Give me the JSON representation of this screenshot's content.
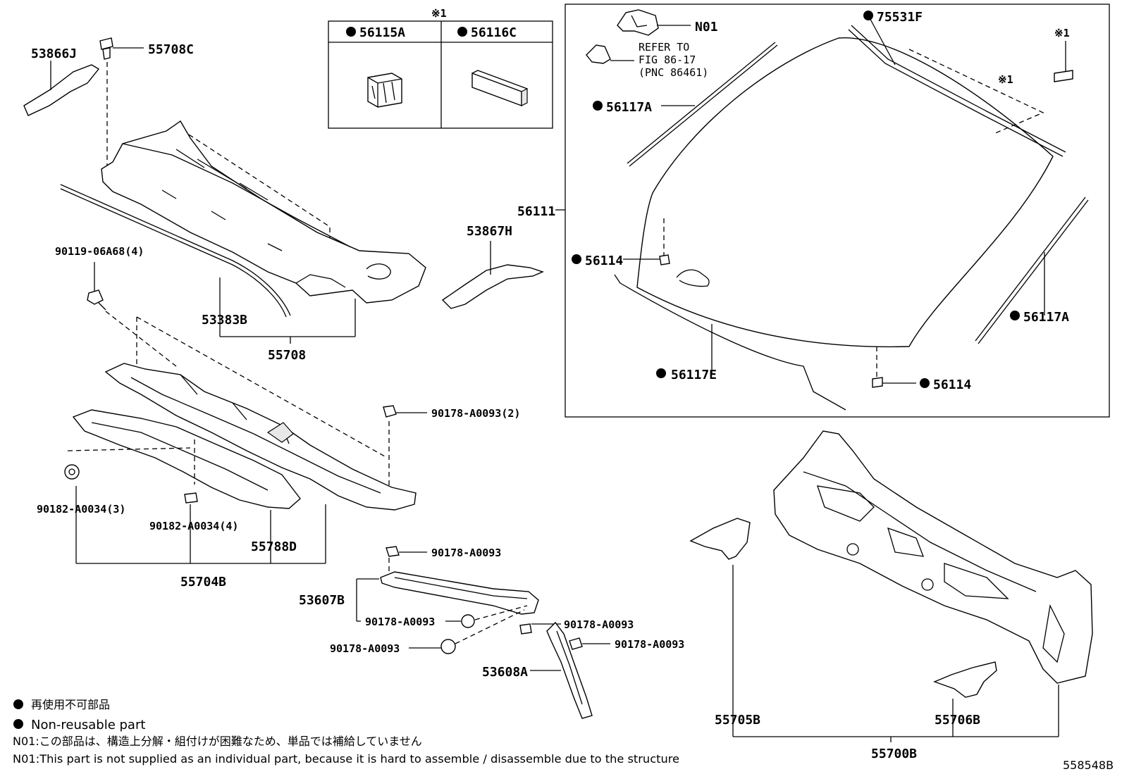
{
  "labels": {
    "p53866J": "53866J",
    "p55708C": "55708C",
    "p90119": "90119-06A68(4)",
    "p53383B": "53383B",
    "p55708": "55708",
    "p53867H": "53867H",
    "p56111": "56111",
    "p90178_2": "90178-A0093(2)",
    "p90182_3": "90182-A0034(3)",
    "p90182_4": "90182-A0034(4)",
    "p55788D": "55788D",
    "p55704B": "55704B",
    "p90178_a": "90178-A0093",
    "p53607B": "53607B",
    "p90178_b": "90178-A0093",
    "p90178_c": "90178-A0093",
    "p90178_d": "90178-A0093",
    "p90178_e": "90178-A0093",
    "p53608A": "53608A",
    "p55705B": "55705B",
    "p55706B": "55706B",
    "p55700B": "55700B",
    "n01": "N01",
    "refer1": "REFER TO",
    "refer2": "FIG 86-17",
    "refer3": "(PNC 86461)",
    "p75531F": "75531F",
    "p56117A_1": "56117A",
    "p56117A_2": "56117A",
    "p56114_1": "56114",
    "p56114_2": "56114",
    "p56117E": "56117E",
    "mark1": "※1",
    "mark2": "※1",
    "mark3": "※1",
    "inset_a": "56115A",
    "inset_b": "56116C"
  },
  "legend": {
    "jp": "再使用不可部品",
    "en": "Non-reusable part",
    "note_jp": "N01:この部品は、構造上分解・組付けが困難なため、単品では補給していません",
    "note_en": "N01:This part is not supplied as an individual part, because it is hard to assemble / disassemble due to the structure"
  },
  "figure_id": "558548B"
}
